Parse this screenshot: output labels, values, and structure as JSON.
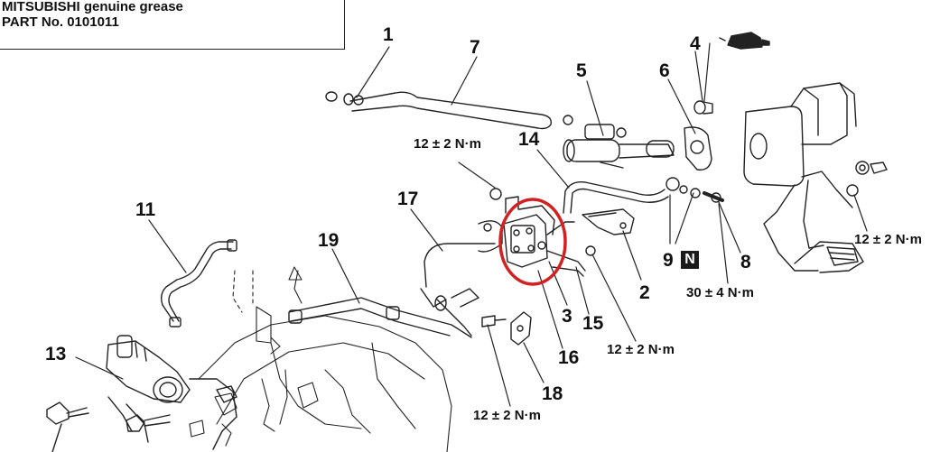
{
  "note": {
    "line1": "MITSUBISHI genuine grease",
    "line2": "PART No. 0101011"
  },
  "callouts": {
    "n1": "1",
    "n2": "2",
    "n3": "3",
    "n4": "4",
    "n5": "5",
    "n6": "6",
    "n7": "7",
    "n8": "8",
    "n9": "9",
    "n11": "11",
    "n13": "13",
    "n14": "14",
    "n15": "15",
    "n16": "16",
    "n17": "17",
    "n18": "18",
    "n19": "19",
    "n_marker": "N"
  },
  "torques": {
    "t_top": "12 ± 2 N·m",
    "t_right": "12 ± 2 N·m",
    "t_bracket": "30 ± 4 N·m",
    "t_mid": "12 ± 2 N·m",
    "t_bottom": "12 ± 2 N·m"
  },
  "highlight": {
    "color": "#d42020"
  }
}
